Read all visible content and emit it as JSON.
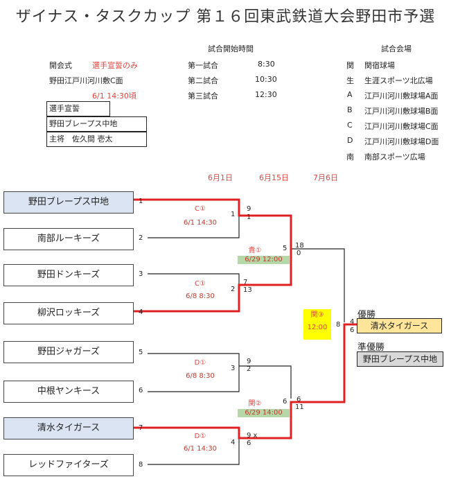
{
  "title": "ザイナス・タスクカップ 第１６回東武鉄道大会野田市予選",
  "ceremony": {
    "label": "開会式",
    "note": "選手宣誓のみ",
    "place": "野田江戸川河川敷C面",
    "time": "6/1  14:30頃",
    "oath_label": "選手宣誓",
    "oath_team": "野田ブレープス中地",
    "captain": "主将　佐久間 壱太"
  },
  "schedule": {
    "header": "試合開始時間",
    "rows": [
      {
        "label": "第一試合",
        "time": "8:30"
      },
      {
        "label": "第二試合",
        "time": "10:30"
      },
      {
        "label": "第三試合",
        "time": "12:30"
      }
    ]
  },
  "venues": {
    "header": "試合会場",
    "rows": [
      {
        "key": "関",
        "name": "関宿球場"
      },
      {
        "key": "生",
        "name": "生涯スポーツ北広場"
      },
      {
        "key": "A",
        "name": "江戸川河川敷球場A面"
      },
      {
        "key": "B",
        "name": "江戸川河川敷球場B面"
      },
      {
        "key": "C",
        "name": "江戸川河川敷球場C面"
      },
      {
        "key": "D",
        "name": "江戸川河川敷球場D面"
      },
      {
        "key": "南",
        "name": "南部スポーツ広場"
      }
    ]
  },
  "round_dates": [
    "6月1日",
    "6月15日",
    "7月6日"
  ],
  "teams": [
    {
      "name": "野田ブレープス中地",
      "seed": "1"
    },
    {
      "name": "南部ルーキーズ",
      "seed": "2"
    },
    {
      "name": "野田ドンキーズ",
      "seed": "3"
    },
    {
      "name": "柳沢ロッキーズ",
      "seed": "4"
    },
    {
      "name": "野田ジャガーズ",
      "seed": "5"
    },
    {
      "name": "中根ヤンキース",
      "seed": "6"
    },
    {
      "name": "清水タイガース",
      "seed": "7"
    },
    {
      "name": "レッドファイターズ",
      "seed": "8"
    }
  ],
  "round1": [
    {
      "label": "C①",
      "time": "6/1 14:30",
      "num": "1",
      "score_top": "9",
      "score_bottom": "1"
    },
    {
      "label": "C①",
      "time": "6/8 8:30",
      "num": "2",
      "score_top": "7",
      "score_bottom": "13"
    },
    {
      "label": "D①",
      "time": "6/8 8:30",
      "num": "3",
      "score_top": "9",
      "score_bottom": "2"
    },
    {
      "label": "D①",
      "time": "6/1 14:30",
      "num": "4",
      "score_top": "9 x",
      "score_bottom": "6"
    }
  ],
  "semis": [
    {
      "label": "貴①",
      "time": "6/29 12:00",
      "num": "5",
      "score_top": "18",
      "score_bottom": "0"
    },
    {
      "label": "関②",
      "time": "6/29 14:00",
      "num": "6",
      "score_top": "6",
      "score_bottom": "11"
    }
  ],
  "final": {
    "label": "関③",
    "time": "12:00",
    "num": "8",
    "score_top": "4",
    "score_bottom": "6"
  },
  "results": {
    "winner_label": "優勝",
    "winner": "清水タイガース",
    "runner_label": "準優勝",
    "runner": "野田ブレープス中地"
  },
  "colors": {
    "winner_line": "#e02020",
    "line": "#222222",
    "winner_bg": "#ffe599",
    "runner_bg": "#d9d9d9"
  }
}
